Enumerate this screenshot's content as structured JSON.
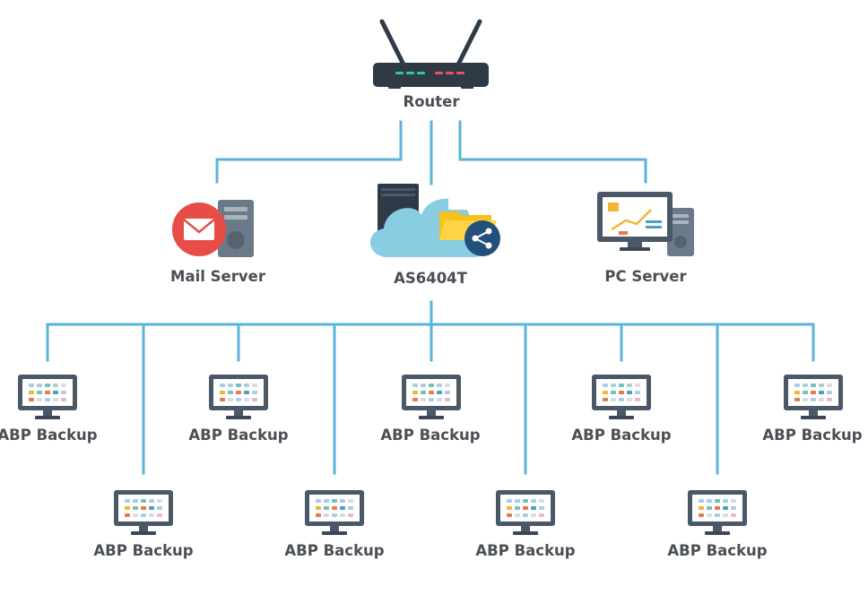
{
  "router": {
    "label": "Router"
  },
  "mail_server": {
    "label": "Mail Server"
  },
  "nas": {
    "label": "AS6404T"
  },
  "pc_server": {
    "label": "PC Server"
  },
  "clients": [
    {
      "label": "ABP Backup"
    },
    {
      "label": "ABP Backup"
    },
    {
      "label": "ABP Backup"
    },
    {
      "label": "ABP Backup"
    },
    {
      "label": "ABP Backup"
    },
    {
      "label": "ABP Backup"
    },
    {
      "label": "ABP Backup"
    },
    {
      "label": "ABP Backup"
    },
    {
      "label": "ABP Backup"
    }
  ],
  "colors": {
    "line": "#5ab4d6",
    "device_dark": "#3d4a5a",
    "device_grey": "#6b7a89",
    "mail_red": "#e84c47",
    "cloud": "#89cde3",
    "folder": "#f6c21b",
    "share_badge": "#234f7a",
    "text": "#4a4f55"
  },
  "icons": {
    "router": "router-icon",
    "mail": "mail-server-icon",
    "nas": "nas-cloud-share-icon",
    "pc": "pc-server-icon",
    "client": "monitor-icon"
  }
}
